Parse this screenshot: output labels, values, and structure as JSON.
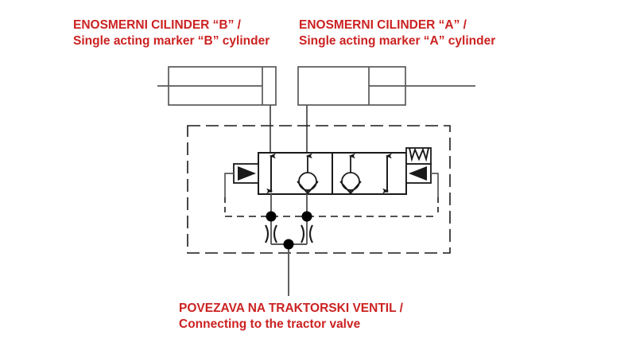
{
  "diagram": {
    "title_colors": {
      "label_red": "#cc2222",
      "line_gray": "#595959",
      "line_black": "#000000"
    },
    "labels": {
      "cylinder_b": {
        "line1": "ENOSMERNI CILINDER “B” /",
        "line2": "Single acting marker “B” cylinder"
      },
      "cylinder_a": {
        "line1": "ENOSMERNI CILINDER “A” /",
        "line2": "Single acting marker “A” cylinder"
      },
      "tractor_connection": {
        "line1": "POVEZAVA NA TRAKTORSKI VENTIL /",
        "line2": "Connecting to the tractor valve"
      }
    },
    "components": {
      "cylinder_b": "single-acting-cylinder-rod-left",
      "cylinder_a": "single-acting-cylinder-rod-right",
      "valve": "two-position-four-way-directional-valve",
      "valve_left_actuator": "hydraulic-pilot-triangle-right",
      "valve_right_actuator": "hydraulic-pilot-triangle-left",
      "valve_spring": "return-spring",
      "check_valves": 2,
      "restrictors": 2,
      "junction_dots": 3,
      "enclosure": "dashed-manifold-boundary"
    }
  }
}
